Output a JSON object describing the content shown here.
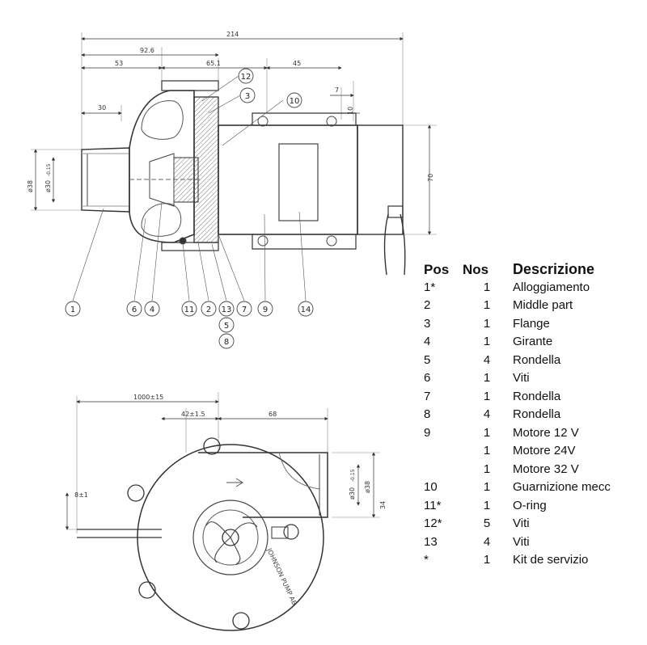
{
  "dimensions_top": {
    "overall": "214",
    "flange_pos": "92.6",
    "inlet_len": "53",
    "body_len": "65.1",
    "motor_len": "45",
    "inlet_stub": "30",
    "hole_spacing": "7",
    "hole_offset": "10",
    "motor_height": "70",
    "outer_dia": "ø38",
    "inner_dia": "ø30",
    "inner_tol": "-0.15"
  },
  "dimensions_bottom": {
    "cable_len": "1000±15",
    "offset": "42±1.5",
    "outlet_len": "68",
    "inner_dia": "ø30",
    "inner_tol": "-0.15",
    "outer_dia": "ø38",
    "height": "34",
    "cable_gap": "8±1",
    "engraving": "JOHNSON PUMP AB"
  },
  "callouts_top": [
    "12",
    "3",
    "10",
    "1",
    "6",
    "4",
    "11",
    "2",
    "13",
    "7",
    "9",
    "14",
    "5",
    "8"
  ],
  "table": {
    "headers": {
      "pos": "Pos",
      "nos": "Nos",
      "desc": "Descrizione"
    },
    "rows": [
      {
        "pos": "1*",
        "nos": "1",
        "desc": "Alloggiamento"
      },
      {
        "pos": "2",
        "nos": "1",
        "desc": "Middle part"
      },
      {
        "pos": "3",
        "nos": "1",
        "desc": "Flange"
      },
      {
        "pos": "4",
        "nos": "1",
        "desc": "Girante"
      },
      {
        "pos": "5",
        "nos": "4",
        "desc": "Rondella"
      },
      {
        "pos": "6",
        "nos": "1",
        "desc": "Viti"
      },
      {
        "pos": "7",
        "nos": "1",
        "desc": "Rondella"
      },
      {
        "pos": "8",
        "nos": "4",
        "desc": "Rondella"
      },
      {
        "pos": "9",
        "nos": "1",
        "desc": "Motore 12 V"
      },
      {
        "pos": "",
        "nos": "1",
        "desc": "Motore 24V"
      },
      {
        "pos": "",
        "nos": "1",
        "desc": "Motore 32 V"
      },
      {
        "pos": "10",
        "nos": "1",
        "desc": "Guarnizione mecc"
      },
      {
        "pos": "11*",
        "nos": "1",
        "desc": "O-ring"
      },
      {
        "pos": "12*",
        "nos": "5",
        "desc": "Viti"
      },
      {
        "pos": "13",
        "nos": "4",
        "desc": "Viti"
      },
      {
        "pos": "*",
        "nos": "1",
        "desc": "Kit de servizio"
      }
    ]
  }
}
